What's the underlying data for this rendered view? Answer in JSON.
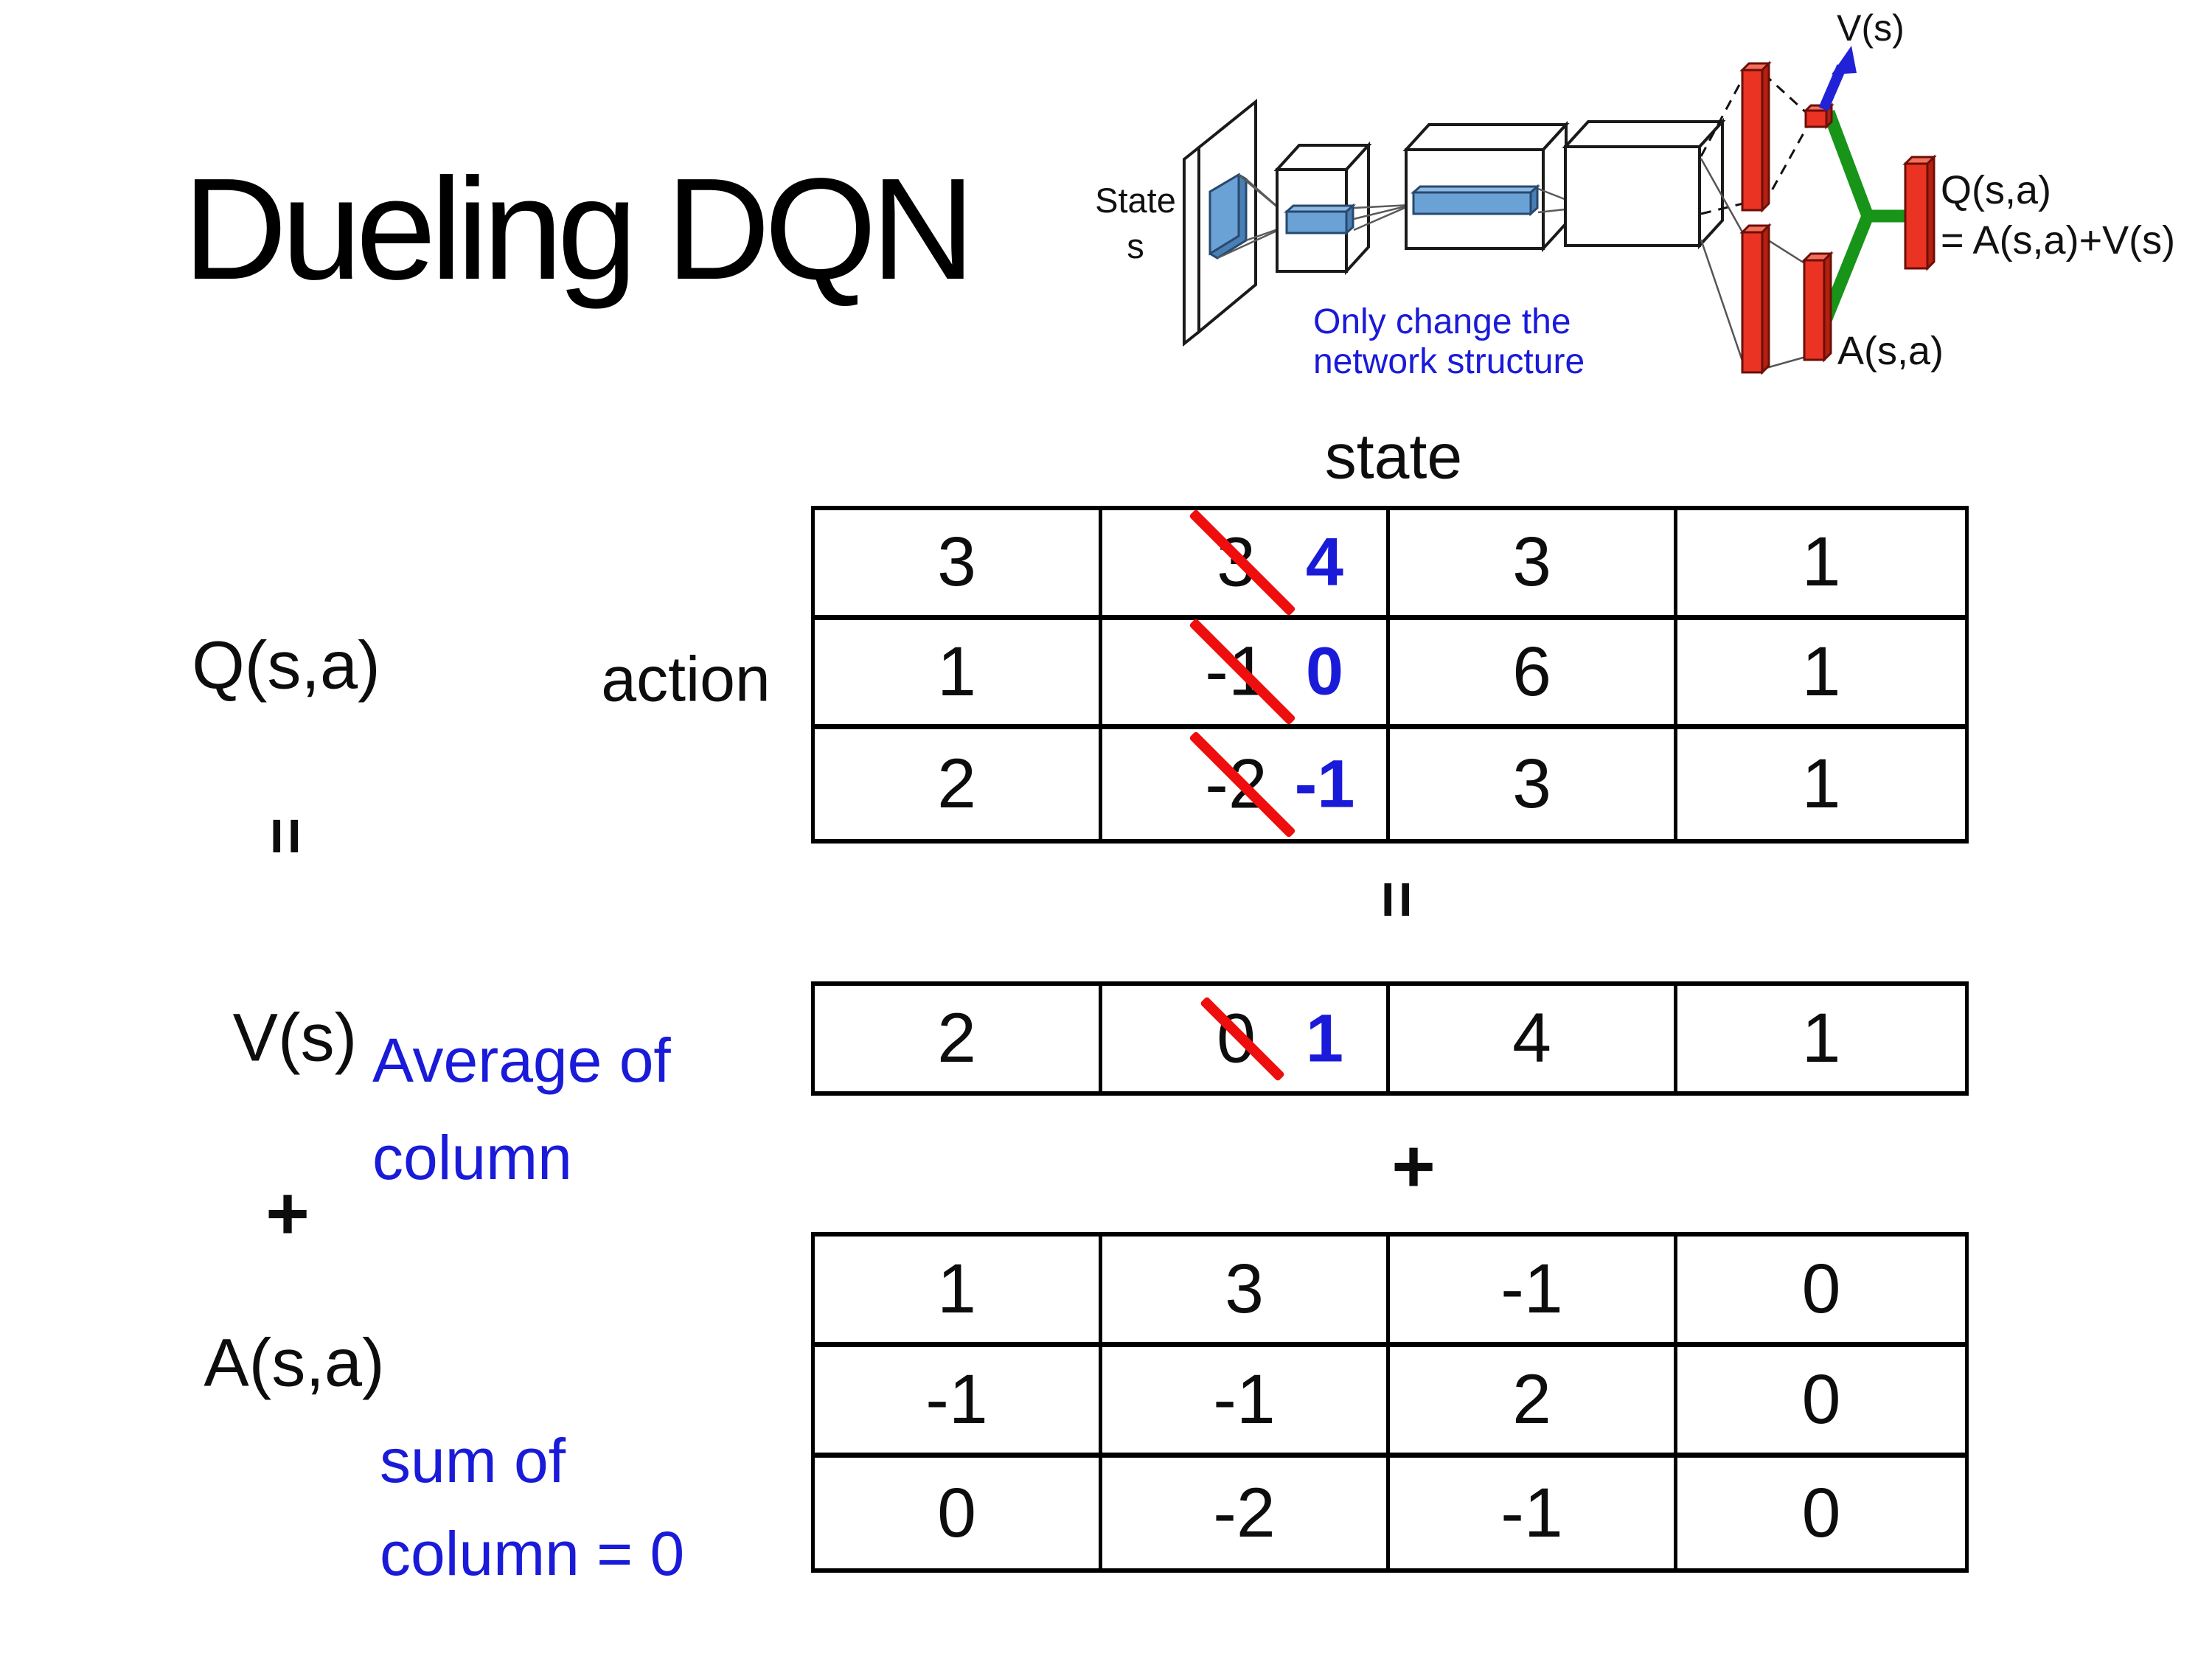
{
  "title": "Dueling DQN",
  "diagram": {
    "state_word": "State",
    "state_s": "s",
    "note_line1": "Only change the",
    "note_line2": "network structure",
    "v_out_label": "V(s)",
    "q_out_label": "Q(s,a)",
    "q_out_formula": "= A(s,a)+V(s)",
    "a_out_label": "A(s,a)"
  },
  "headers": {
    "state": "state",
    "action": "action"
  },
  "left_labels": {
    "q": "Q(s,a)",
    "v": "V(s)",
    "a": "A(s,a)",
    "avg_line1": "Average of",
    "avg_line2": "column",
    "sum_line1": "sum of",
    "sum_line2": "column = 0"
  },
  "operators": {
    "eq_left": "=",
    "eq_center": "=",
    "plus_left": "+",
    "plus_center": "+"
  },
  "q_table": {
    "r0": {
      "c0": "3",
      "c1_old": "3",
      "c1_new": "4",
      "c2": "3",
      "c3": "1"
    },
    "r1": {
      "c0": "1",
      "c1_old": "-1",
      "c1_new": "0",
      "c2": "6",
      "c3": "1"
    },
    "r2": {
      "c0": "2",
      "c1_old": "-2",
      "c1_new": "-1",
      "c2": "3",
      "c3": "1"
    }
  },
  "v_table": {
    "c0": "2",
    "c1_old": "0",
    "c1_new": "1",
    "c2": "4",
    "c3": "1"
  },
  "a_table": {
    "r0": {
      "c0": "1",
      "c1": "3",
      "c2": "-1",
      "c3": "0"
    },
    "r1": {
      "c0": "-1",
      "c1": "-1",
      "c2": "2",
      "c3": "0"
    },
    "r2": {
      "c0": "0",
      "c1": "-2",
      "c2": "-1",
      "c3": "0"
    }
  },
  "colors": {
    "accent_blue": "#1a1ad9",
    "strike_red": "#ee0e0e",
    "diagram_green": "#189418",
    "bar_red": "#ea3322",
    "conv_blue": "#6aa2d6"
  }
}
